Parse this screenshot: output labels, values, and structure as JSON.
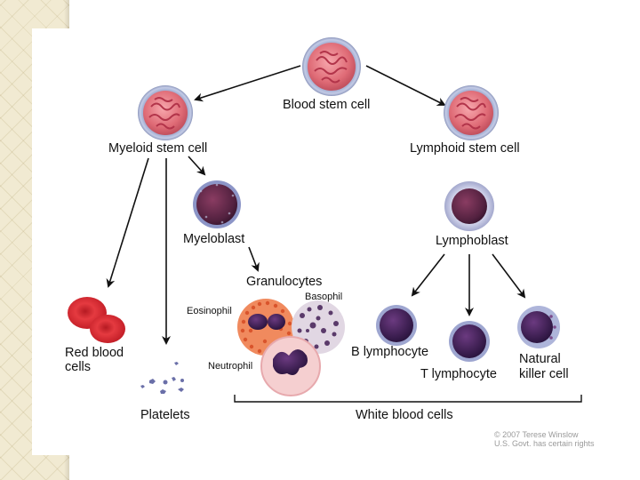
{
  "labels": {
    "blood_stem_cell": "Blood stem cell",
    "myeloid_stem_cell": "Myeloid stem cell",
    "lymphoid_stem_cell": "Lymphoid stem cell",
    "myeloblast": "Myeloblast",
    "lymphoblast": "Lymphoblast",
    "granulocytes": "Granulocytes",
    "basophil": "Basophil",
    "eosinophil": "Eosinophil",
    "neutrophil": "Neutrophil",
    "red_blood_cells_line1": "Red blood",
    "red_blood_cells_line2": "cells",
    "platelets": "Platelets",
    "b_lymphocyte": "B lymphocyte",
    "t_lymphocyte": "T lymphocyte",
    "natural_killer_line1": "Natural",
    "natural_killer_line2": "killer cell",
    "white_blood_cells": "White blood cells"
  },
  "credit": {
    "line1": "© 2007 Terese Winslow",
    "line2": "U.S. Govt. has certain rights"
  },
  "colors": {
    "stem_cell_fill": "#e06b76",
    "stem_cell_rim": "#aab4d4",
    "blast_fill": "#5a2747",
    "rbc": "#d8242c",
    "eosinophil_granules": "#e8653a",
    "basophil_granules": "#5a3a6a",
    "neutrophil_fill": "#f3c6c8",
    "lymphocyte_nucleus": "#3d2050"
  }
}
